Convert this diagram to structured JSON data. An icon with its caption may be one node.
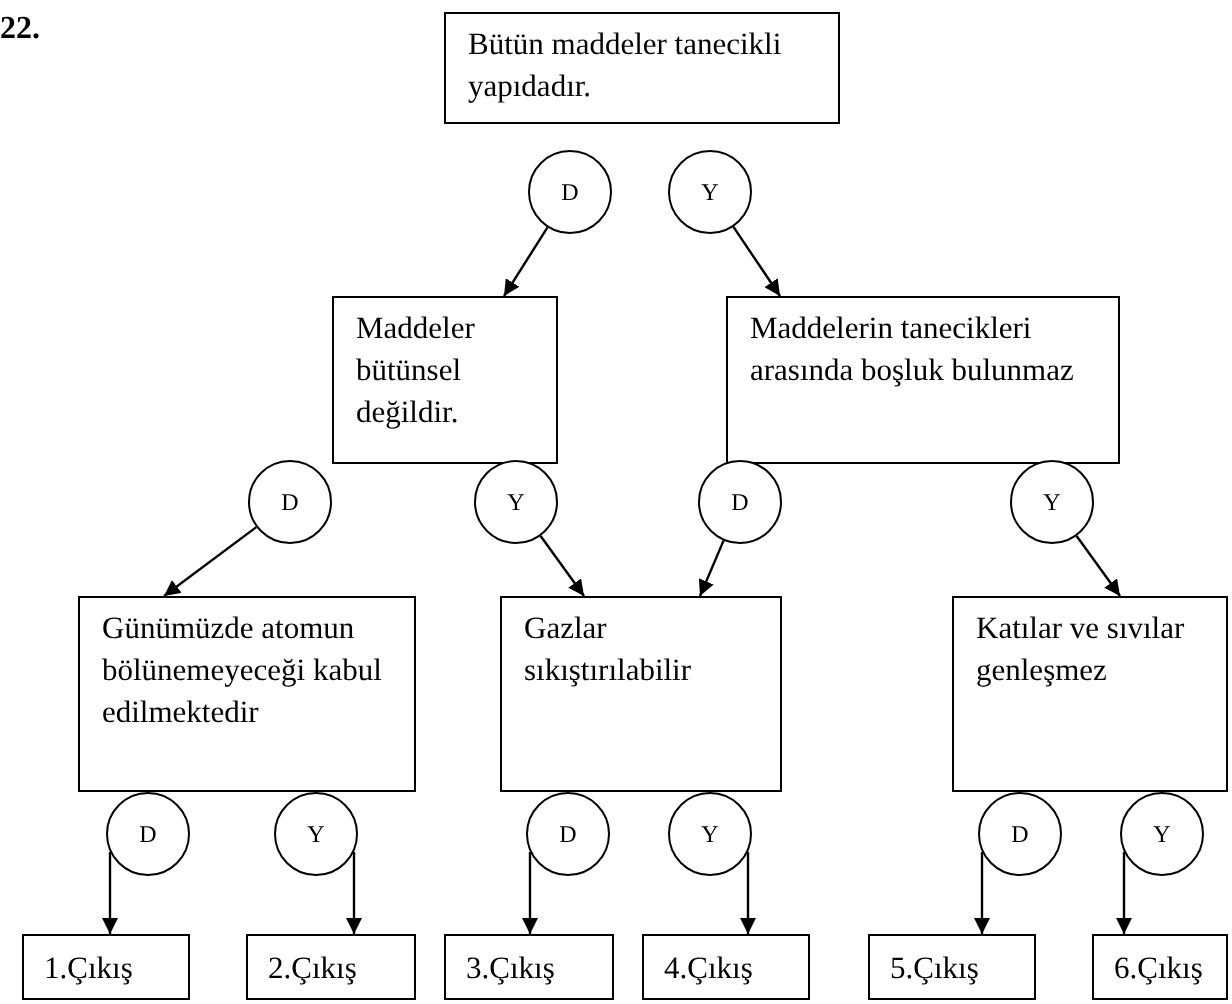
{
  "diagram": {
    "nodes": [
      {
        "text": [
          "Bütün maddeler tanecikli yapıdadır."
        ]
      },
      {
        "text": [
          "D"
        ]
      },
      {
        "text": [
          "Y"
        ]
      },
      {
        "text": [
          "Maddeler bütünsel değildir."
        ]
      },
      {
        "text": [
          "Maddelerin tanecikleri arasında boşluk bulunmaz"
        ]
      },
      {
        "text": [
          "D"
        ]
      },
      {
        "text": [
          "Y"
        ]
      },
      {
        "text": [
          "D"
        ]
      },
      {
        "text": [
          "Y"
        ]
      },
      {
        "text": [
          "Günümüzde atomun bölünemeyeceği kabul edilmektedir"
        ]
      },
      {
        "text": [
          "Gazlar sıkıştırılabilir"
        ]
      },
      {
        "text": [
          "Katılar ve sıvılar genleşmez"
        ]
      },
      {
        "text": [
          "D"
        ]
      },
      {
        "text": [
          "Y"
        ]
      },
      {
        "text": [
          "D"
        ]
      },
      {
        "text": [
          "Y"
        ]
      },
      {
        "text": [
          "D"
        ]
      },
      {
        "text": [
          "Y"
        ]
      },
      {
        "text": [
          "1.Çıkış"
        ]
      },
      {
        "text": [
          "2.Çıkış"
        ]
      },
      {
        "text": [
          "3.Çıkış"
        ]
      },
      {
        "text": [
          "4.Çıkış"
        ]
      },
      {
        "text": [
          "5.Çıkış"
        ]
      },
      {
        "text": [
          "6.Çıkış"
        ]
      }
    ],
    "edges": [
      {
        "from": 1,
        "to": 3,
        "arrow": "to"
      },
      {
        "from": 2,
        "to": 4,
        "arrow": "to"
      },
      {
        "from": 5,
        "to": 9,
        "arrow": "to"
      },
      {
        "from": 6,
        "to": 10,
        "arrow": "to"
      },
      {
        "from": 7,
        "to": 10,
        "arrow": "to"
      },
      {
        "from": 8,
        "to": 11,
        "arrow": "to"
      },
      {
        "from": 12,
        "to": 18,
        "arrow": "to"
      },
      {
        "from": 13,
        "to": 19,
        "arrow": "to"
      },
      {
        "from": 14,
        "to": 20,
        "arrow": "to"
      },
      {
        "from": 15,
        "to": 21,
        "arrow": "to"
      },
      {
        "from": 16,
        "to": 22,
        "arrow": "to"
      },
      {
        "from": 17,
        "to": 23,
        "arrow": "to"
      }
    ],
    "labels": [
      "22."
    ]
  }
}
